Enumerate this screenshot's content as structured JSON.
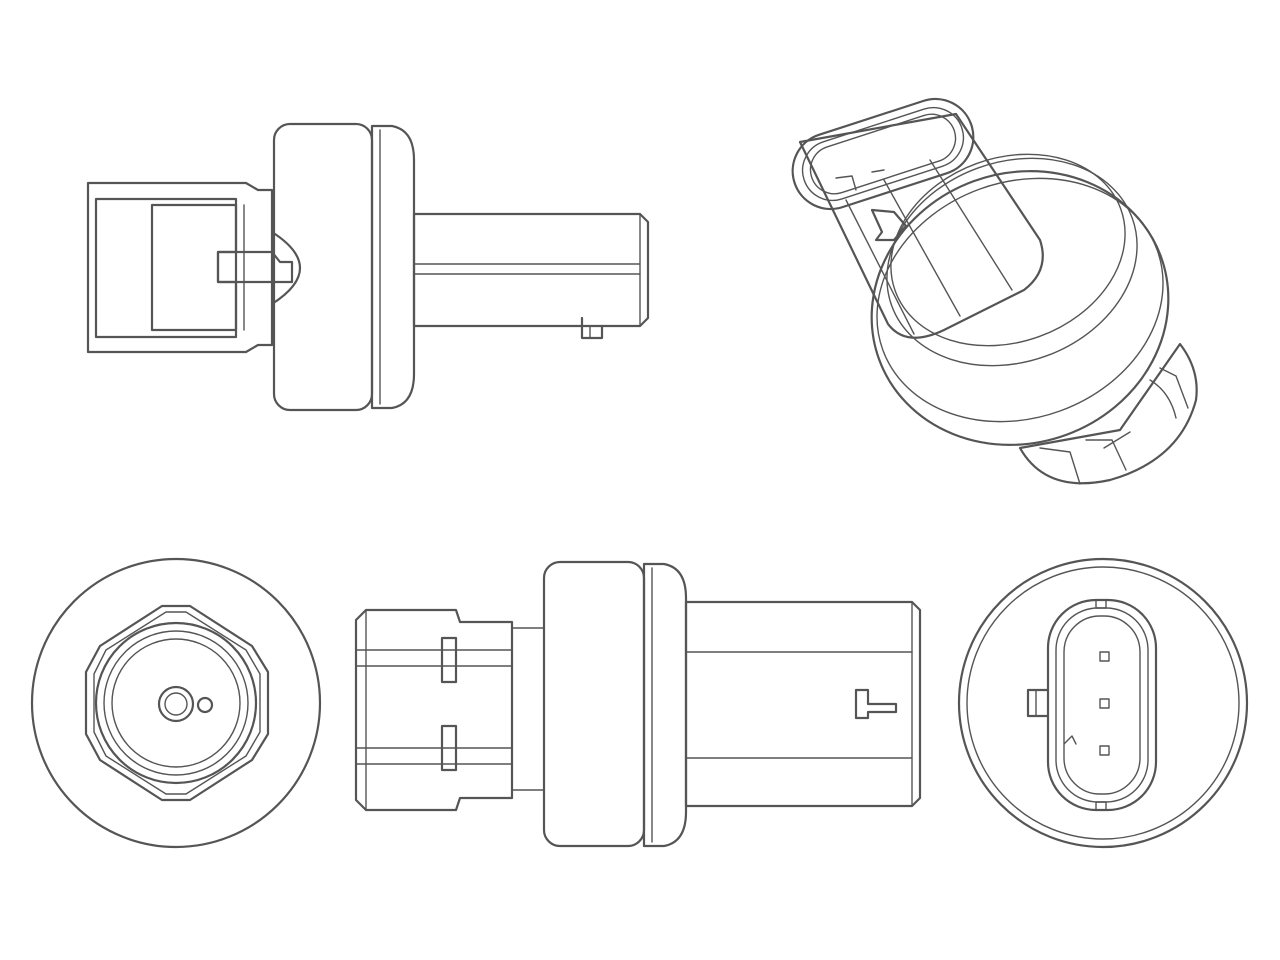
{
  "drawing": {
    "line_color": "#555555",
    "background_color": "#ffffff",
    "views": [
      {
        "id": "side-section-view"
      },
      {
        "id": "perspective-view"
      },
      {
        "id": "thread-end-view"
      },
      {
        "id": "side-view"
      },
      {
        "id": "connector-end-view"
      }
    ]
  }
}
